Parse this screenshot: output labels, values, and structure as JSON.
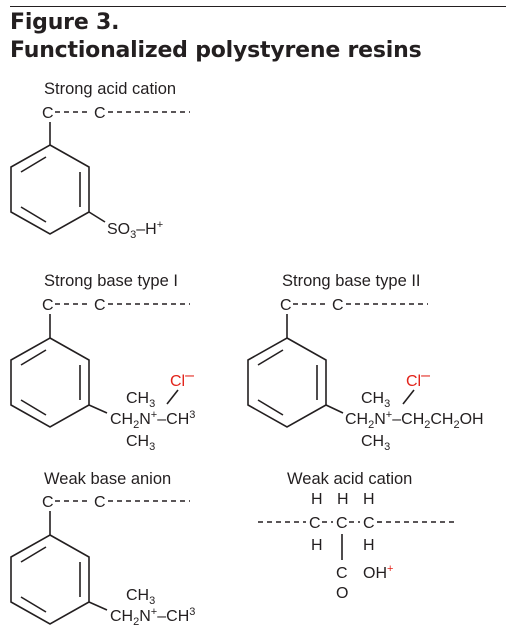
{
  "figure": {
    "label": "Figure 3.",
    "title": "Functionalized polystyrene resins"
  },
  "panels": [
    {
      "name": "Strong acid cation",
      "group": "SO3–H+"
    },
    {
      "name": "Strong base type I",
      "counterion": "Cl–",
      "group": "CH2N+–CH3"
    },
    {
      "name": "Strong base type II",
      "counterion": "Cl–",
      "group": "CH2N+–CH2CH2OH"
    },
    {
      "name": "Weak base anion",
      "group": "CH2N+–CH3"
    },
    {
      "name": "Weak acid cation",
      "group": "C OH+"
    }
  ],
  "colors": {
    "text": "#231f20",
    "accent": "#e2231a"
  }
}
